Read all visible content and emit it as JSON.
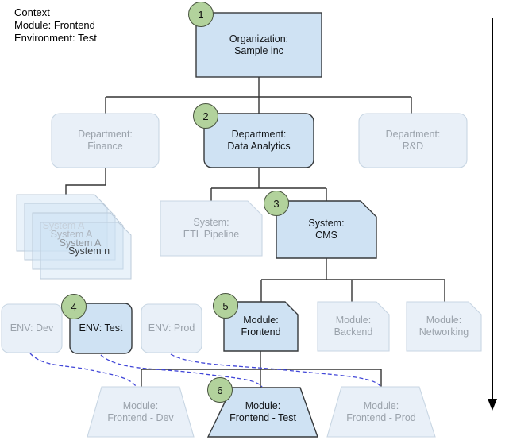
{
  "context": {
    "heading": "Context",
    "module": "Module: Frontend",
    "environment": "Environment: Test"
  },
  "nodes": {
    "organization": {
      "line1": "Organization:",
      "line2": "Sample inc",
      "step": "1"
    },
    "department_finance": {
      "line1": "Department:",
      "line2": "Finance"
    },
    "department_data_analytics": {
      "line1": "Department:",
      "line2": "Data Analytics",
      "step": "2"
    },
    "department_rnd": {
      "line1": "Department:",
      "line2": "R&D"
    },
    "system_stack": {
      "lines": [
        "System A",
        "System A",
        "System A",
        "System n"
      ]
    },
    "system_etl": {
      "line1": "System:",
      "line2": "ETL Pipeline"
    },
    "system_cms": {
      "line1": "System:",
      "line2": "CMS",
      "step": "3"
    },
    "env_dev": {
      "label": "ENV: Dev"
    },
    "env_test": {
      "label": "ENV: Test",
      "step": "4"
    },
    "env_prod": {
      "label": "ENV: Prod"
    },
    "module_frontend": {
      "line1": "Module:",
      "line2": "Frontend",
      "step": "5"
    },
    "module_backend": {
      "line1": "Module:",
      "line2": "Backend"
    },
    "module_networking": {
      "line1": "Module:",
      "line2": "Networking"
    },
    "instance_frontend_dev": {
      "line1": "Module:",
      "line2": "Frontend - Dev"
    },
    "instance_frontend_test": {
      "line1": "Module:",
      "line2": "Frontend - Test",
      "step": "6"
    },
    "instance_frontend_prod": {
      "line1": "Module:",
      "line2": "Frontend - Prod"
    }
  },
  "colors": {
    "highlight_fill": "#cfe2f3",
    "highlight_border": "#36393b",
    "faded_fill": "#e9f0f8",
    "faded_border": "#c8d6e3",
    "faded_text": "#9aa2ab",
    "step_badge_fill": "#b2d29c",
    "step_badge_border": "#47523e",
    "connector": "#333333",
    "mapping_dashed": "#4247d8",
    "arrow": "#000000"
  }
}
